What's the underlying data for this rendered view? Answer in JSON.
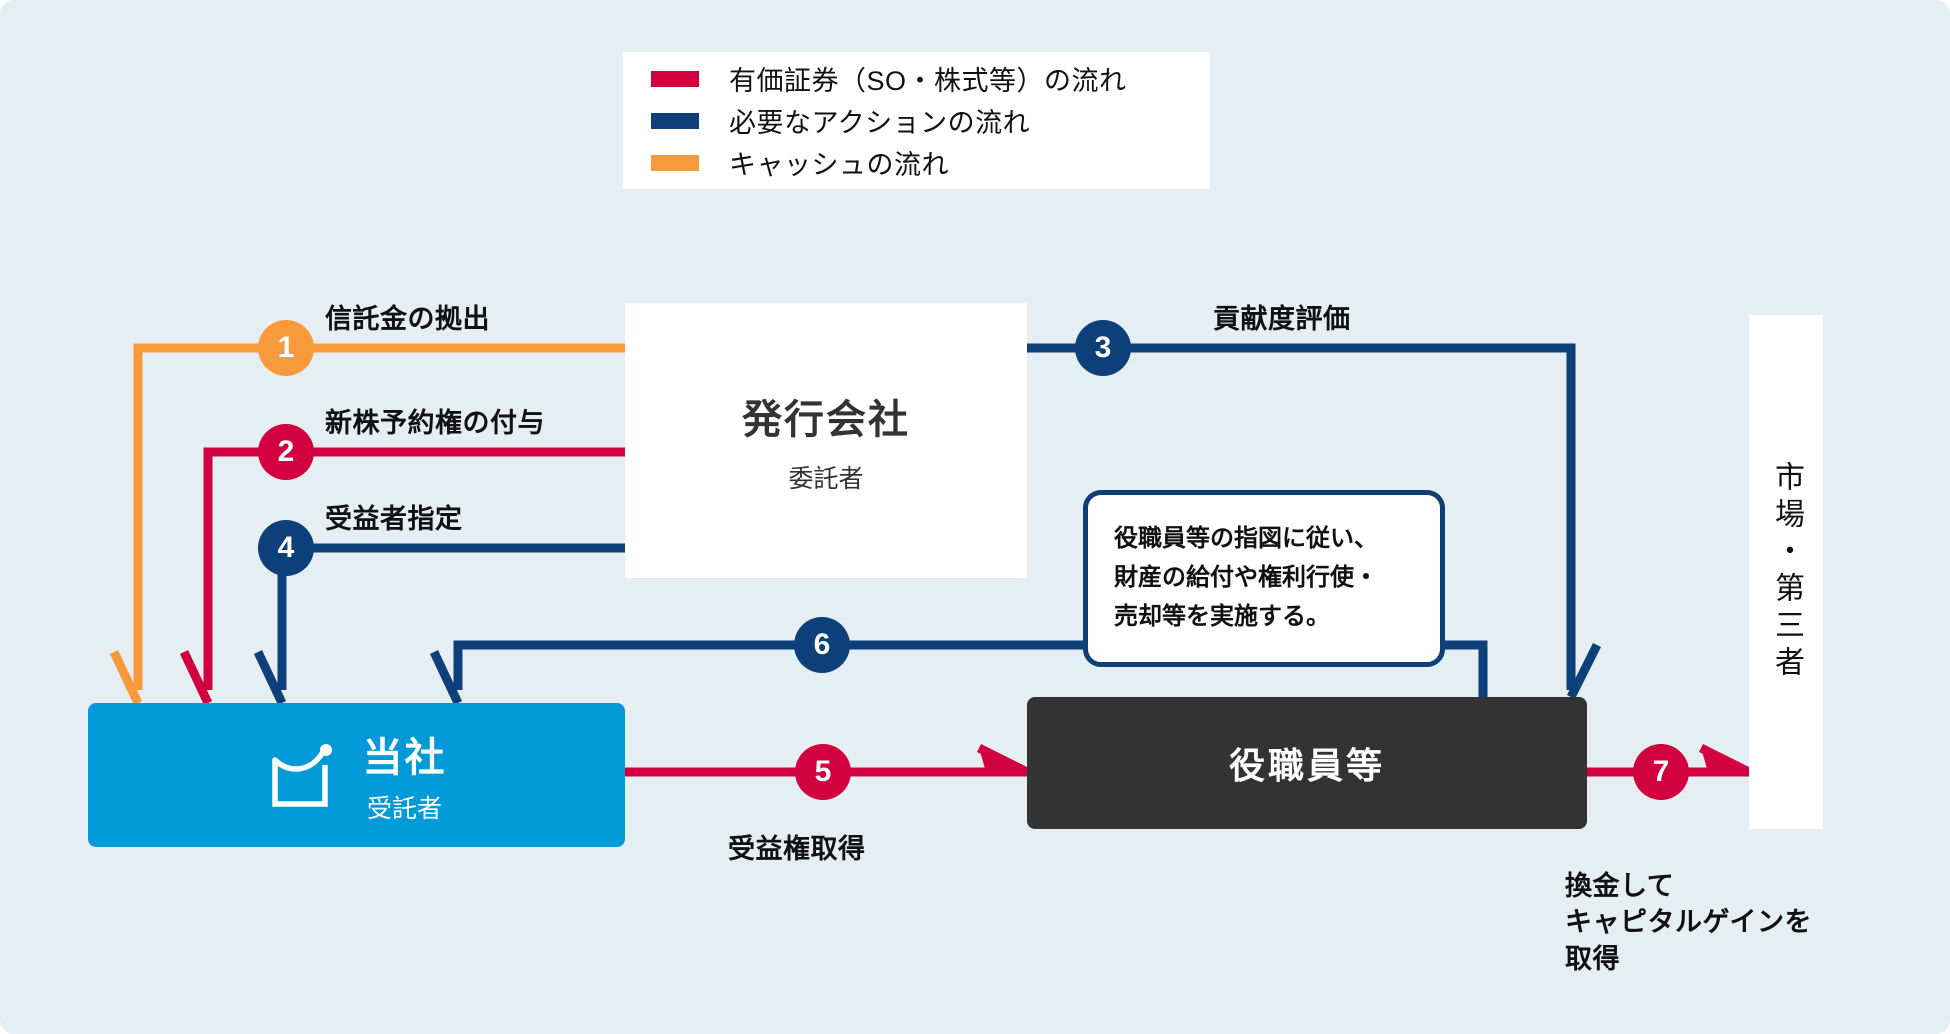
{
  "colors": {
    "background": "#e5eef3",
    "securities_red": "#d2003f",
    "action_navy": "#0d3f78",
    "cash_orange": "#f89a3c",
    "company_cyan": "#009ad8",
    "officers_dark": "#333333",
    "white": "#ffffff"
  },
  "legend": {
    "items": [
      {
        "color": "#d2003f",
        "label": "有価証券（SO・株式等）の流れ",
        "icon": "legend-swatch-securities"
      },
      {
        "color": "#0d3f78",
        "label": "必要なアクションの流れ",
        "icon": "legend-swatch-action"
      },
      {
        "color": "#f89a3c",
        "label": "キャッシュの流れ",
        "icon": "legend-swatch-cash"
      }
    ]
  },
  "nodes": {
    "issuer": {
      "title": "発行会社",
      "subtitle": "委託者"
    },
    "company": {
      "title": "当社",
      "subtitle": "受託者"
    },
    "officers": {
      "title": "役職員等"
    },
    "market": {
      "title": "市場・第三者"
    }
  },
  "callout": {
    "lines": [
      "役職員等の指図に従い、",
      "財産の給付や権利行使・",
      "売却等を実施する。"
    ]
  },
  "steps": [
    {
      "number": "1",
      "label": "信託金の拠出",
      "color": "#f89a3c",
      "flow": "cash"
    },
    {
      "number": "2",
      "label": "新株予約権の付与",
      "color": "#d2003f",
      "flow": "securities"
    },
    {
      "number": "3",
      "label": "貢献度評価",
      "color": "#0d3f78",
      "flow": "action"
    },
    {
      "number": "4",
      "label": "受益者指定",
      "color": "#0d3f78",
      "flow": "action"
    },
    {
      "number": "5",
      "label": "受益権取得",
      "color": "#d2003f",
      "flow": "securities"
    },
    {
      "number": "6",
      "label": "",
      "color": "#0d3f78",
      "flow": "action"
    },
    {
      "number": "7",
      "label": "",
      "color": "#d2003f",
      "flow": "securities"
    }
  ],
  "annotations": {
    "capital_gain": "換金して\nキャピタルゲインを\n取得"
  }
}
